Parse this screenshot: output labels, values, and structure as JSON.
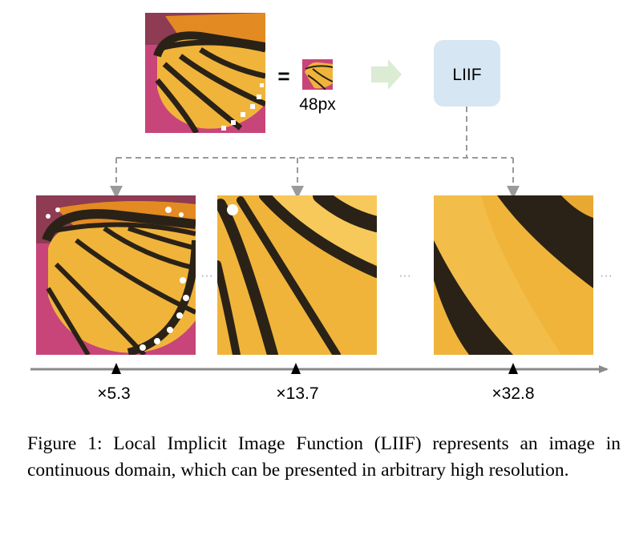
{
  "figure": {
    "equals_sign": "=",
    "input_size_label": "48px",
    "model_label": "LIIF",
    "scales": [
      "×5.3",
      "×13.7",
      "×32.8"
    ],
    "ellipsis": "···",
    "colors": {
      "arrow_green": "#dcebd3",
      "model_box": "#d6e6f3",
      "dashed_line": "#9a9a9a",
      "scale_axis": "#8a8a8a",
      "wing_orange": "#f0b43a",
      "wing_vein": "#2a2118",
      "flower_pink": "#c8457a"
    }
  },
  "caption": "Figure 1: Local Implicit Image Function (LIIF) represents an image in continuous domain, which can be presented in arbitrary high resolution."
}
